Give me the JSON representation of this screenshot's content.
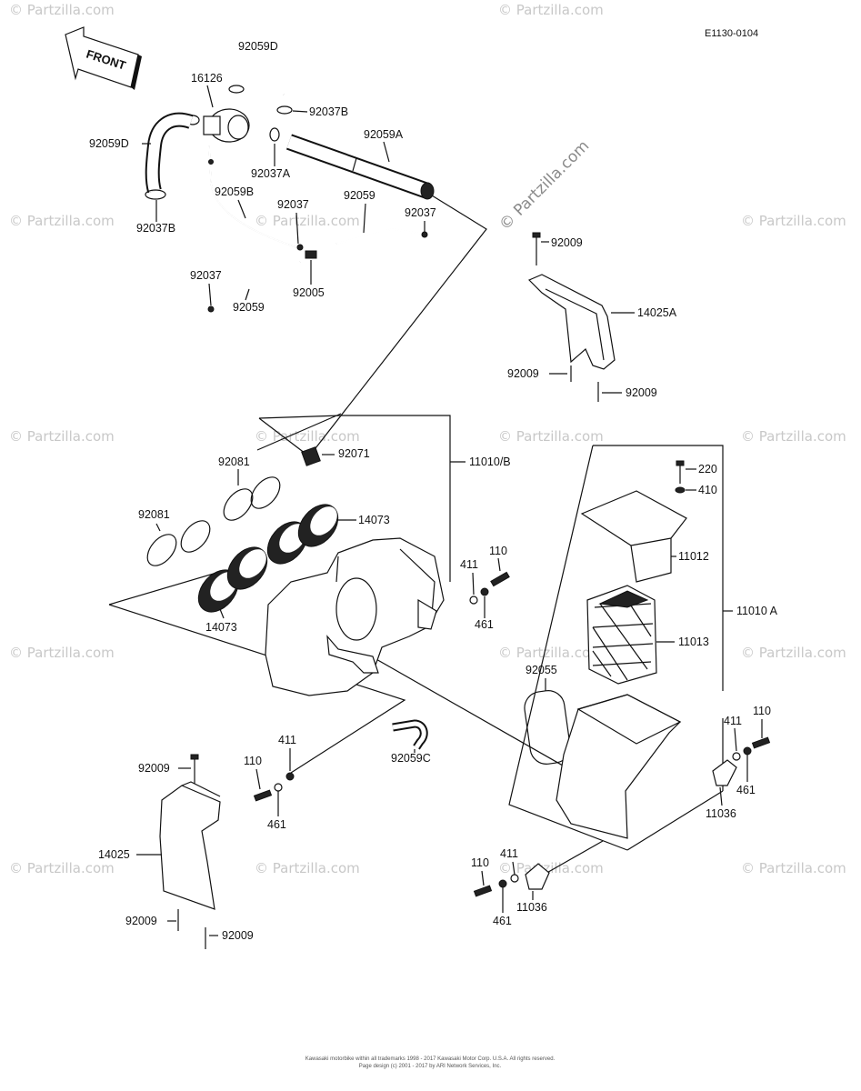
{
  "diagram_code": "E1130-0104",
  "front_label": "FRONT",
  "watermark_text": "© Partzilla.com",
  "part_labels": {
    "p92059D_top": "92059D",
    "p16126": "16126",
    "p92037B_top": "92037B",
    "p92059D_left": "92059D",
    "p92059A": "92059A",
    "p92037A": "92037A",
    "p92059B": "92059B",
    "p92037_a": "92037",
    "p92059": "92059",
    "p92037_b": "92037",
    "p92037B_left": "92037B",
    "p92009_a": "92009",
    "p92037_c": "92037",
    "p92005": "92005",
    "p92059_low": "92059",
    "p14025A": "14025A",
    "p92009_b": "92009",
    "p92009_c": "92009",
    "p92081_a": "92081",
    "p92071": "92071",
    "p11010B": "11010/B",
    "p220": "220",
    "p410": "410",
    "p92081_b": "92081",
    "p14073_a": "14073",
    "p11012": "11012",
    "p411_a": "411",
    "p110_a": "110",
    "p11010A": "11010 A",
    "p461_a": "461",
    "p14073_b": "14073",
    "p11013": "11013",
    "p92055": "92055",
    "p110_b": "110",
    "p411_b": "411",
    "p92059C": "92059C",
    "p461_b": "461",
    "p11036_a": "11036",
    "p92009_d": "92009",
    "p110_c": "110",
    "p411_c": "411",
    "p461_c": "461",
    "p14025": "14025",
    "p110_d": "110",
    "p411_d": "411",
    "p461_d": "461",
    "p11036_b": "11036",
    "p92009_e": "92009",
    "p92009_f": "92009"
  },
  "footer": {
    "line1": "Kawasaki motorbike within all trademarks 1998 - 2017 Kawasaki Motor Corp. U.S.A. All rights reserved.",
    "line2": "Page design (c) 2001 - 2017 by ARI Network Services, Inc."
  }
}
